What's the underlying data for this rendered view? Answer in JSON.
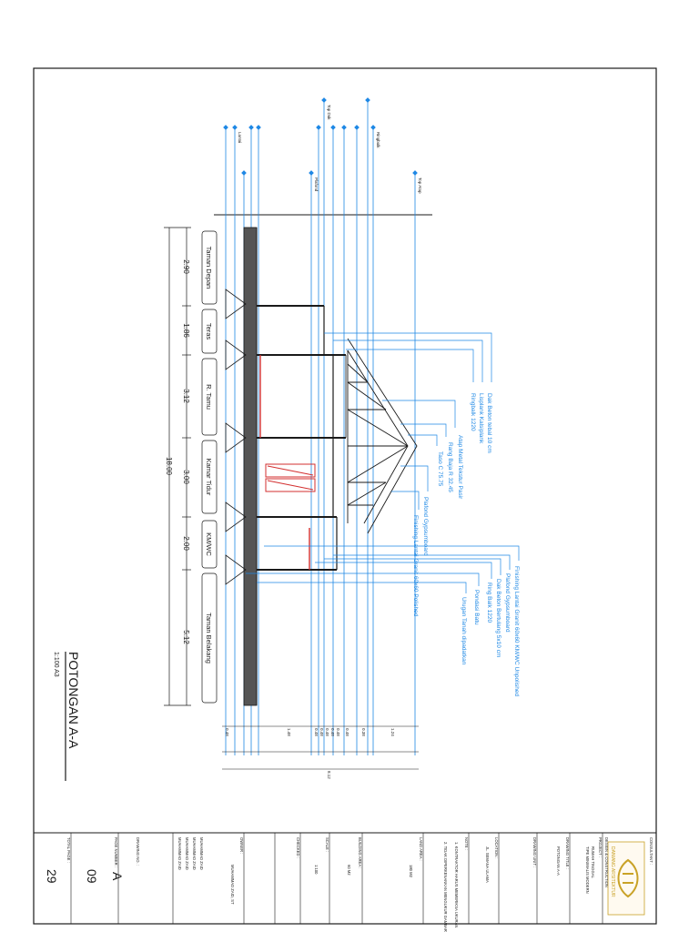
{
  "drawing": {
    "title": "POTONGAN A-A",
    "scale": "1:100 A3",
    "total_length": "18.00",
    "spans": [
      {
        "length": "2.90",
        "room": "Taman Depan"
      },
      {
        "length": "1.86",
        "room": "Teras"
      },
      {
        "length": "3.12",
        "room": "R. Tamu"
      },
      {
        "length": "3.00",
        "room": "Kamar Tidur"
      },
      {
        "length": "2.00",
        "room": "KM/WC"
      },
      {
        "length": "5.12",
        "room": "Taman Belakang"
      }
    ],
    "callouts_upper": [
      "Dak Beton tebal 10 cm",
      "Lisplank Kalsiplank",
      "Ringbalk 1220",
      "Atap Metal Tekstur Pasir",
      "Rang Baja R 32.45",
      "Taso C 75.75",
      "Plafond Gypsumboard",
      "Finishing Lantai Granit 60x60 Polished"
    ],
    "callouts_lower": [
      "Finishing Lantai Granit 60x60 KM/WC Unpolished",
      "Plafond Gypsumboard",
      "Dak Beton Bertulang 5x10 cm",
      "Ring Balk 1220",
      "Pondasi Batu",
      "Urugan Tanah dipadatkan"
    ],
    "levels": [
      "Top Atap",
      "Ringbalk",
      "Top Dak",
      "Plafond",
      "Lantai"
    ],
    "bottom_dims": [
      "0.48",
      "1.48",
      "0.48",
      "0.48",
      "0.48",
      "0.48",
      "0.48",
      "0.48",
      "0.38",
      "1.24",
      "8.12"
    ]
  },
  "title_block": {
    "consultant_label": "CONSULTANT :",
    "logo_text": "DANIANG ARSITEKTUR",
    "logo_sub": "DESIGN & CONSTRUCTION",
    "project_label": "PROJECT :",
    "project_value": "RUMAH TINGGAL",
    "project_sub": "TIPE MINIMALIS MODERN",
    "drawing_title_label": "DRAWING TITLE :",
    "drawing_title_value": "POTONGAN A-A",
    "drawing_unit_label": "DRAWING UNIT :",
    "location_label": "LOCATION :",
    "location_value": "JL. SEMANA ULAMA",
    "notes_label": "NOTE :",
    "notes": [
      "1. KONTRAKTOR HARUS MEMERIKSA UKURAN",
      "2. TIDAK DIPERKENANKAN MENGUKUR GAMBAR"
    ],
    "landarea_label": "LAND AREA :",
    "landarea_value": "180 M2",
    "building_area_label": "BUILDING AREA :",
    "building_area_value": "60 M2",
    "scale_label": "SCALE :",
    "scale_value": "1:100",
    "checked_label": "CHECKED :",
    "owner_label": "OWNER :",
    "owner_value": "MUHAMMAD ZAID, ST",
    "names": [
      "MUHAMMAD ZAID",
      "MUHAMMAD ZAID",
      "MUHAMMAD ZAID",
      "MUHAMMAD ZAID"
    ],
    "drawing_no_label": "DRAWING NO. :",
    "sheet_letter": "A",
    "page_number_label": "PAGE NUMBER :",
    "page_number": "09",
    "total_page_label": "TOTAL PAGE :",
    "total_page": "29"
  },
  "colors": {
    "annotation": "#1e88e5",
    "structure": "#1a1a1a",
    "accent_red": "#d32f2f",
    "logo_gold": "#c9a227"
  }
}
